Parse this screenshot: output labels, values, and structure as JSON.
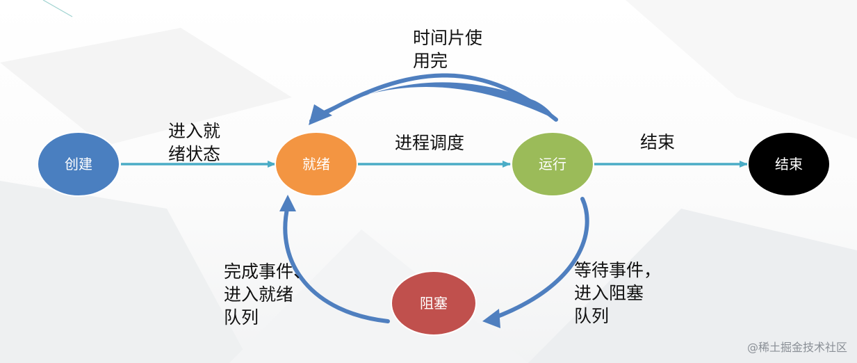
{
  "colors": {
    "arrow_straight": "#4aacc6",
    "arrow_curved": "#4f7fbf",
    "node_border": "#ffffff"
  },
  "nodes": {
    "create": {
      "label": "创建",
      "color": "#4a7fc0"
    },
    "ready": {
      "label": "就绪",
      "color": "#f39542"
    },
    "running": {
      "label": "运行",
      "color": "#9bbb59"
    },
    "end": {
      "label": "结束",
      "color": "#000000"
    },
    "blocked": {
      "label": "阻塞",
      "color": "#c0504d"
    }
  },
  "edges": {
    "create_to_ready": "进入就\n绪状态",
    "ready_to_running": "进程调度",
    "running_to_end": "结束",
    "running_to_ready_timeslice": "时间片使\n用完",
    "running_to_blocked": "等待事件，\n进入阻塞\n队列",
    "blocked_to_ready": "完成事件、\n进入就绪\n队列"
  },
  "watermark": "@稀土掘金技术社区"
}
